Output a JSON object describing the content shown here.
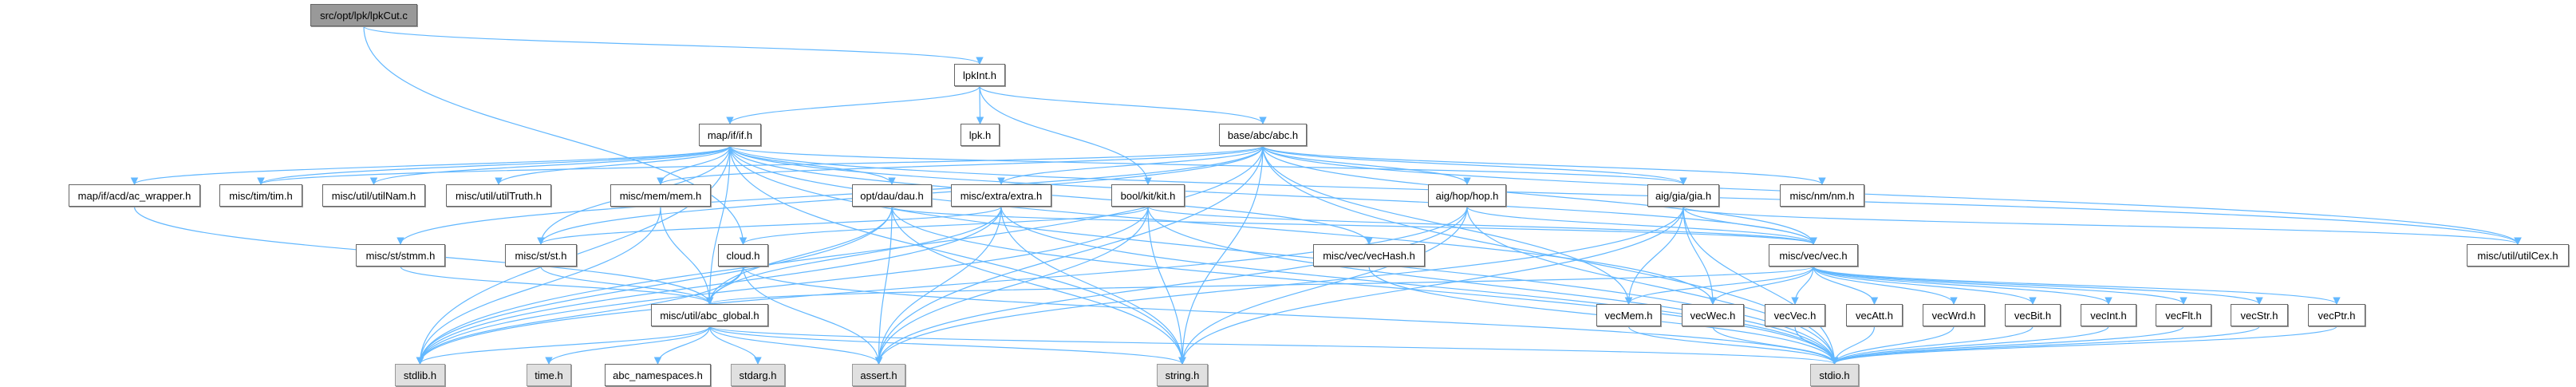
{
  "colors": {
    "edge": "#63b8ff",
    "root_fill": "#999999",
    "system_fill": "#e0e0e0",
    "node_fill": "#ffffff"
  },
  "nodes": {
    "lpkCut": {
      "label": "src/opt/lpk/lpkCut.c",
      "kind": "root"
    },
    "lpkInt": {
      "label": "lpkInt.h",
      "kind": "local"
    },
    "if": {
      "label": "map/if/if.h",
      "kind": "local"
    },
    "lpk": {
      "label": "lpk.h",
      "kind": "local"
    },
    "abc": {
      "label": "base/abc/abc.h",
      "kind": "local"
    },
    "ac_wrapper": {
      "label": "map/if/acd/ac_wrapper.h",
      "kind": "local"
    },
    "tim": {
      "label": "misc/tim/tim.h",
      "kind": "local"
    },
    "utilNam": {
      "label": "misc/util/utilNam.h",
      "kind": "local"
    },
    "utilTruth": {
      "label": "misc/util/utilTruth.h",
      "kind": "local"
    },
    "mem": {
      "label": "misc/mem/mem.h",
      "kind": "local"
    },
    "dau": {
      "label": "opt/dau/dau.h",
      "kind": "local"
    },
    "extra": {
      "label": "misc/extra/extra.h",
      "kind": "local"
    },
    "kit": {
      "label": "bool/kit/kit.h",
      "kind": "local"
    },
    "hop": {
      "label": "aig/hop/hop.h",
      "kind": "local"
    },
    "gia": {
      "label": "aig/gia/gia.h",
      "kind": "local"
    },
    "nm": {
      "label": "misc/nm/nm.h",
      "kind": "local"
    },
    "stmm": {
      "label": "misc/st/stmm.h",
      "kind": "local"
    },
    "st": {
      "label": "misc/st/st.h",
      "kind": "local"
    },
    "cloud": {
      "label": "cloud.h",
      "kind": "local"
    },
    "vecHash": {
      "label": "misc/vec/vecHash.h",
      "kind": "local"
    },
    "vec": {
      "label": "misc/vec/vec.h",
      "kind": "local"
    },
    "utilCex": {
      "label": "misc/util/utilCex.h",
      "kind": "local"
    },
    "abc_global": {
      "label": "misc/util/abc_global.h",
      "kind": "local"
    },
    "vecMem": {
      "label": "vecMem.h",
      "kind": "local"
    },
    "vecWec": {
      "label": "vecWec.h",
      "kind": "local"
    },
    "vecVec": {
      "label": "vecVec.h",
      "kind": "local"
    },
    "vecAtt": {
      "label": "vecAtt.h",
      "kind": "local"
    },
    "vecWrd": {
      "label": "vecWrd.h",
      "kind": "local"
    },
    "vecBit": {
      "label": "vecBit.h",
      "kind": "local"
    },
    "vecInt": {
      "label": "vecInt.h",
      "kind": "local"
    },
    "vecFlt": {
      "label": "vecFlt.h",
      "kind": "local"
    },
    "vecStr": {
      "label": "vecStr.h",
      "kind": "local"
    },
    "vecPtr": {
      "label": "vecPtr.h",
      "kind": "local"
    },
    "stdlib": {
      "label": "stdlib.h",
      "kind": "system"
    },
    "time": {
      "label": "time.h",
      "kind": "system"
    },
    "abc_namespaces": {
      "label": "abc_namespaces.h",
      "kind": "local"
    },
    "stdarg": {
      "label": "stdarg.h",
      "kind": "system"
    },
    "assert": {
      "label": "assert.h",
      "kind": "system"
    },
    "string": {
      "label": "string.h",
      "kind": "system"
    },
    "stdio": {
      "label": "stdio.h",
      "kind": "system"
    }
  },
  "edges": [
    [
      "lpkCut",
      "lpkInt"
    ],
    [
      "lpkCut",
      "cloud"
    ],
    [
      "lpkInt",
      "if"
    ],
    [
      "lpkInt",
      "lpk"
    ],
    [
      "lpkInt",
      "abc"
    ],
    [
      "lpkInt",
      "kit"
    ],
    [
      "if",
      "ac_wrapper"
    ],
    [
      "if",
      "tim"
    ],
    [
      "if",
      "utilNam"
    ],
    [
      "if",
      "utilTruth"
    ],
    [
      "if",
      "mem"
    ],
    [
      "if",
      "dau"
    ],
    [
      "if",
      "stdlib"
    ],
    [
      "if",
      "string"
    ],
    [
      "if",
      "stdio"
    ],
    [
      "if",
      "vec"
    ],
    [
      "if",
      "vecHash"
    ],
    [
      "if",
      "gia"
    ],
    [
      "if",
      "utilCex"
    ],
    [
      "if",
      "abc_global"
    ],
    [
      "if",
      "st"
    ],
    [
      "if",
      "vecWec"
    ],
    [
      "abc",
      "extra"
    ],
    [
      "abc",
      "hop"
    ],
    [
      "abc",
      "gia"
    ],
    [
      "abc",
      "nm"
    ],
    [
      "abc",
      "vec"
    ],
    [
      "abc",
      "utilCex"
    ],
    [
      "abc",
      "mem"
    ],
    [
      "abc",
      "st"
    ],
    [
      "abc",
      "assert"
    ],
    [
      "abc",
      "stdio"
    ],
    [
      "abc",
      "string"
    ],
    [
      "abc",
      "stdlib"
    ],
    [
      "abc",
      "tim"
    ],
    [
      "abc",
      "vecMem"
    ],
    [
      "abc",
      "stmm"
    ],
    [
      "dau",
      "stdlib"
    ],
    [
      "dau",
      "assert"
    ],
    [
      "dau",
      "string"
    ],
    [
      "dau",
      "stdio"
    ],
    [
      "dau",
      "vec"
    ],
    [
      "dau",
      "abc_global"
    ],
    [
      "extra",
      "stdio"
    ],
    [
      "extra",
      "string"
    ],
    [
      "extra",
      "assert"
    ],
    [
      "extra",
      "stdlib"
    ],
    [
      "extra",
      "st"
    ],
    [
      "extra",
      "abc_global"
    ],
    [
      "kit",
      "stdio"
    ],
    [
      "kit",
      "string"
    ],
    [
      "kit",
      "assert"
    ],
    [
      "kit",
      "stdlib"
    ],
    [
      "kit",
      "cloud"
    ],
    [
      "kit",
      "vec"
    ],
    [
      "hop",
      "vec"
    ],
    [
      "hop",
      "stdio"
    ],
    [
      "hop",
      "string"
    ],
    [
      "hop",
      "assert"
    ],
    [
      "hop",
      "stdlib"
    ],
    [
      "gia",
      "vec"
    ],
    [
      "gia",
      "stdio"
    ],
    [
      "gia",
      "string"
    ],
    [
      "gia",
      "assert"
    ],
    [
      "gia",
      "vecWec"
    ],
    [
      "gia",
      "vecMem"
    ],
    [
      "gia",
      "utilCex"
    ],
    [
      "mem",
      "stdlib"
    ],
    [
      "mem",
      "abc_global"
    ],
    [
      "ac_wrapper",
      "abc_global"
    ],
    [
      "stmm",
      "abc_global"
    ],
    [
      "st",
      "abc_global"
    ],
    [
      "cloud",
      "abc_global"
    ],
    [
      "cloud",
      "stdio"
    ],
    [
      "cloud",
      "assert"
    ],
    [
      "cloud",
      "stdlib"
    ],
    [
      "vecHash",
      "stdio"
    ],
    [
      "vec",
      "abc_global"
    ],
    [
      "vec",
      "vecMem"
    ],
    [
      "vec",
      "vecWec"
    ],
    [
      "vec",
      "vecVec"
    ],
    [
      "vec",
      "vecAtt"
    ],
    [
      "vec",
      "vecWrd"
    ],
    [
      "vec",
      "vecBit"
    ],
    [
      "vec",
      "vecInt"
    ],
    [
      "vec",
      "vecFlt"
    ],
    [
      "vec",
      "vecStr"
    ],
    [
      "vec",
      "vecPtr"
    ],
    [
      "vecMem",
      "stdio"
    ],
    [
      "vecWec",
      "stdio"
    ],
    [
      "vecVec",
      "stdio"
    ],
    [
      "vecAtt",
      "stdio"
    ],
    [
      "vecWrd",
      "stdio"
    ],
    [
      "vecBit",
      "stdio"
    ],
    [
      "vecInt",
      "stdio"
    ],
    [
      "vecFlt",
      "stdio"
    ],
    [
      "vecStr",
      "stdio"
    ],
    [
      "vecPtr",
      "stdio"
    ],
    [
      "abc_global",
      "stdlib"
    ],
    [
      "abc_global",
      "time"
    ],
    [
      "abc_global",
      "abc_namespaces"
    ],
    [
      "abc_global",
      "stdarg"
    ],
    [
      "abc_global",
      "assert"
    ],
    [
      "abc_global",
      "string"
    ],
    [
      "abc_global",
      "stdio"
    ]
  ]
}
